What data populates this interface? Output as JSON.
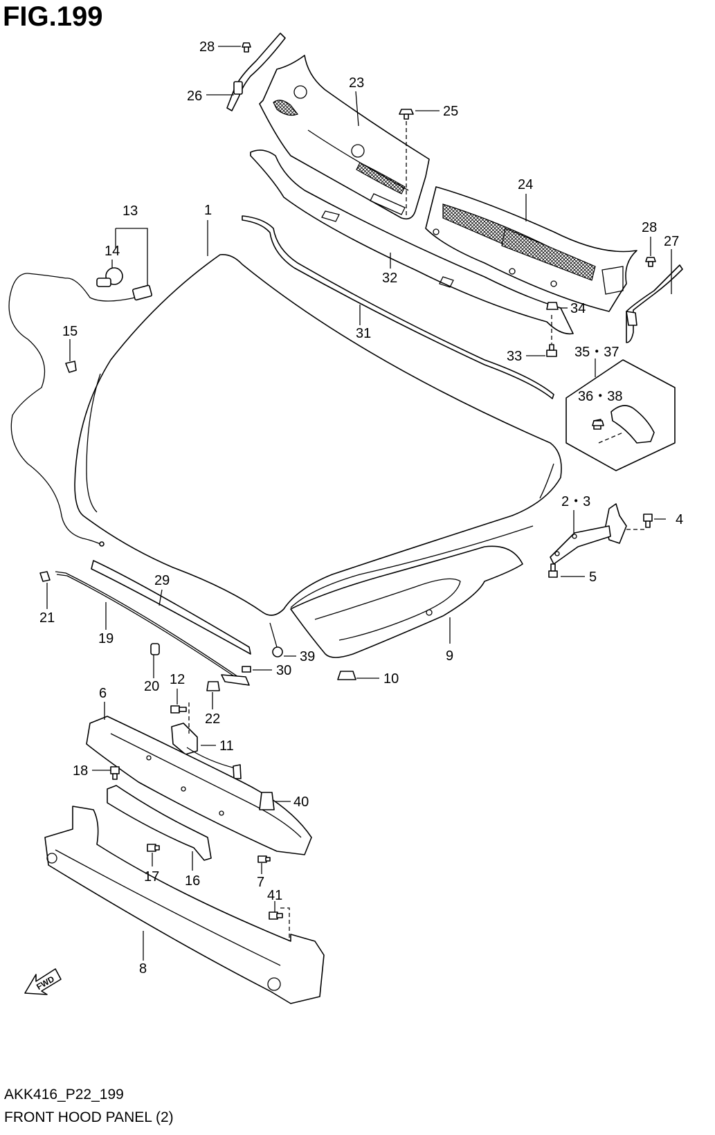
{
  "figure": {
    "title": "FIG.199",
    "code": "AKK416_P22_199",
    "caption": "FRONT HOOD PANEL (2)"
  },
  "fwd_label": "FWD",
  "callouts": [
    "1",
    "2・3",
    "4",
    "5",
    "6",
    "7",
    "8",
    "9",
    "10",
    "11",
    "12",
    "13",
    "14",
    "15",
    "16",
    "17",
    "18",
    "19",
    "20",
    "21",
    "22",
    "23",
    "24",
    "25",
    "26",
    "27",
    "28",
    "28",
    "29",
    "30",
    "31",
    "32",
    "33",
    "34",
    "35・37",
    "36・38",
    "39",
    "40",
    "41"
  ]
}
